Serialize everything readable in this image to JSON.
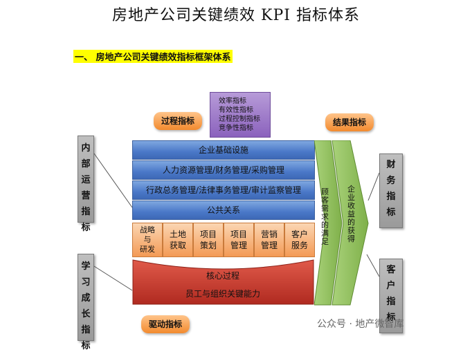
{
  "title": "房地产公司关键绩效 KPI 指标体系",
  "section_heading": "一、  房地产公司关键绩效指标框架体系",
  "left_labels": [
    {
      "text": "内部运营指标"
    },
    {
      "text": "学习成长指标"
    }
  ],
  "right_labels": [
    {
      "text": "财务指标"
    },
    {
      "text": "客户指标"
    }
  ],
  "purple_box_lines": [
    "效率指标",
    "有效性指标",
    "过程控制指标",
    "竞争性指标"
  ],
  "callouts": {
    "process": "过程指标",
    "result": "结果指标",
    "driver": "驱动指标"
  },
  "bands": [
    "企业基础设施",
    "人力资源管理/财务管理/采购管理",
    "行政总务管理/法律事务管理/审计监察管理",
    "公共关系"
  ],
  "cells": [
    [
      "战略",
      "与",
      "研发"
    ],
    [
      "土地",
      "获取"
    ],
    [
      "项目",
      "策划"
    ],
    [
      "项目",
      "管理"
    ],
    [
      "营销",
      "管理"
    ],
    [
      "客户",
      "服务"
    ]
  ],
  "red_block": {
    "line1": "核心过程",
    "line2": "员工与组织关键能力"
  },
  "green_columns": [
    "顾客需求的满足",
    "企业收益的获得"
  ],
  "watermark": "公众号 · 地产微智库",
  "colors": {
    "blue_band": "#4a78c8",
    "orange_cell": "#f39a55",
    "red_block": "#c0392b",
    "green_arrow": "#8fbf5a",
    "purple_box": "#8b62bd",
    "highlight": "#ffff00"
  }
}
